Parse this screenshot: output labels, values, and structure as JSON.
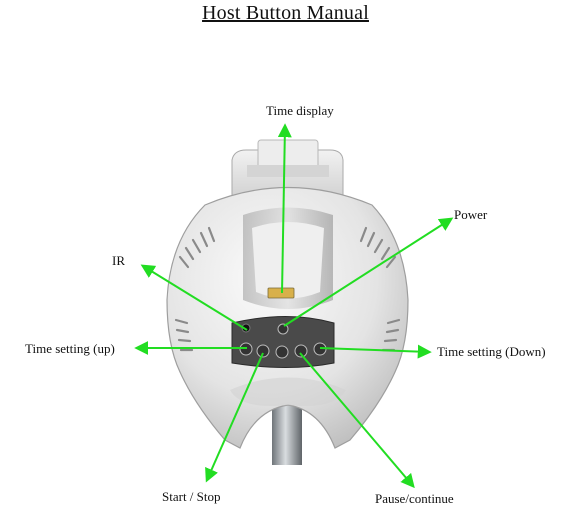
{
  "title": "Host Button Manual",
  "labels": {
    "time_display": "Time display",
    "power": "Power",
    "ir": "IR",
    "time_setting_up": "Time setting (up)",
    "time_setting_down": "Time setting (Down)",
    "start_stop": "Start / Stop",
    "pause_continue": "Pause/continue"
  },
  "colors": {
    "arrow": "#22dd22",
    "device_body": "#e8e8e8",
    "panel": "#4a4a4a",
    "display": "#d8b04a"
  }
}
